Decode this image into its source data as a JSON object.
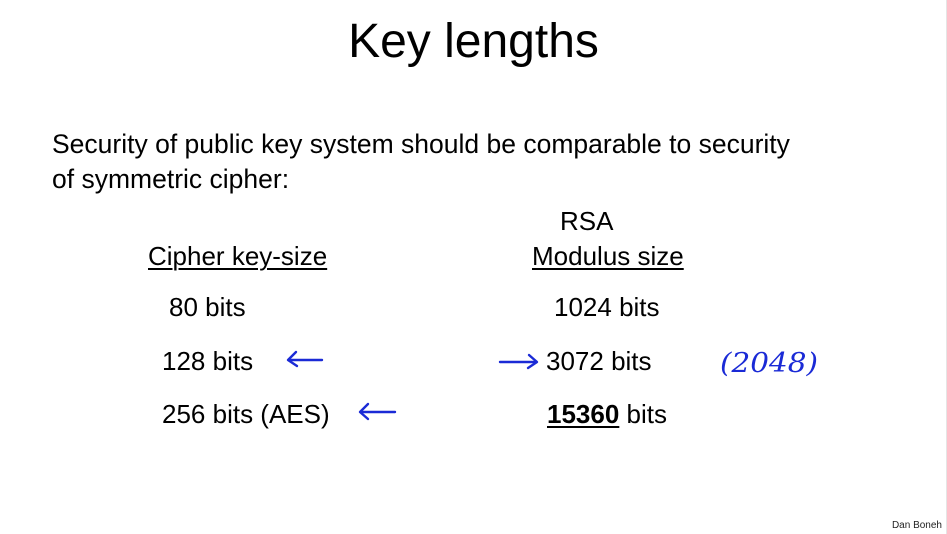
{
  "slide": {
    "title": "Key lengths",
    "intro_line1": "Security of public key system should be comparable to security",
    "intro_line2": "of symmetric cipher:",
    "rsa_label": "RSA",
    "col_cipher_header": "Cipher key-size",
    "col_modulus_header": "Modulus size",
    "rows": [
      {
        "cipher": "80 bits",
        "modulus": "1024 bits"
      },
      {
        "cipher": "128 bits",
        "modulus": "3072 bits"
      },
      {
        "cipher": "256 bits (AES)",
        "modulus_bold": "15360",
        "modulus_rest": " bits"
      }
    ],
    "annotation_2048": "(2048)",
    "credit": "Dan Boneh"
  },
  "colors": {
    "ink": "#1a2ad6",
    "text": "#000000",
    "background": "#ffffff"
  },
  "icons": [
    "left-arrow-icon",
    "right-arrow-icon"
  ]
}
